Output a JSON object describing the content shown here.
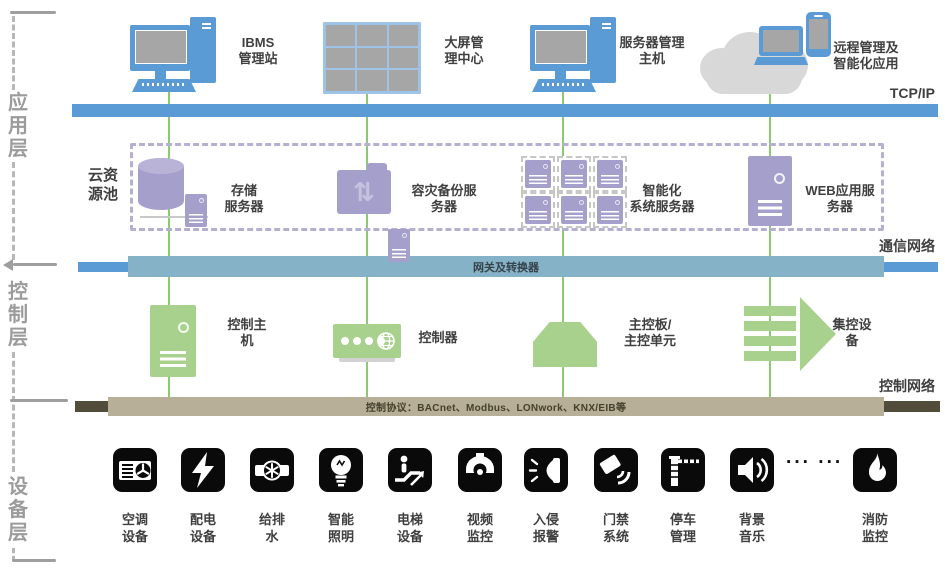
{
  "rail": {
    "layers": [
      {
        "label": "应\n用\n层"
      },
      {
        "label": "控\n制\n层"
      },
      {
        "label": "设\n备\n层"
      }
    ]
  },
  "networks": {
    "tcpip_label": "TCP/IP",
    "comm_label": "通信网络",
    "gateway_bar_label": "网关及转换器",
    "control_label": "控制网络",
    "protocol_bar_label": "控制协议：BACnet、Modbus、LONwork、KNX/EIB等"
  },
  "application_layer": {
    "nodes": [
      {
        "label": "IBMS\n管理站"
      },
      {
        "label": "大屏管\n理中心"
      },
      {
        "label": "服务器管理\n主机"
      },
      {
        "label": "远程管理及\n智能化应用"
      }
    ]
  },
  "cloud_pool": {
    "label": "云资\n源池",
    "nodes": [
      {
        "label": "存储\n服务器"
      },
      {
        "label": "容灾备份服\n务器"
      },
      {
        "label": "智能化\n系统服务器"
      },
      {
        "label": "WEB应用服\n务器"
      }
    ]
  },
  "control_layer": {
    "nodes": [
      {
        "label": "控制主\n机"
      },
      {
        "label": "控制器"
      },
      {
        "label": "主控板/\n主控单元"
      },
      {
        "label": "集控设\n备"
      }
    ]
  },
  "device_layer": {
    "devices": [
      {
        "label": "空调\n设备"
      },
      {
        "label": "配电\n设备"
      },
      {
        "label": "给排\n水"
      },
      {
        "label": "智能\n照明"
      },
      {
        "label": "电梯\n设备"
      },
      {
        "label": "视频\n监控"
      },
      {
        "label": "入侵\n报警"
      },
      {
        "label": "门禁\n系统"
      },
      {
        "label": "停车\n管理"
      },
      {
        "label": "背景\n音乐"
      },
      {
        "label": "消防\n监控"
      }
    ],
    "ellipsis": "··· ···"
  },
  "icons": {
    "sync_arrows": "⇅"
  },
  "colors": {
    "accent_blue": "#5b9bd5",
    "teal_bar": "#85b2c7",
    "purple": "#a5a0cb",
    "green": "#a9d18e",
    "line_green": "#8cc973",
    "tan_bar": "#b7af97",
    "dark_olive": "#524d3a"
  }
}
